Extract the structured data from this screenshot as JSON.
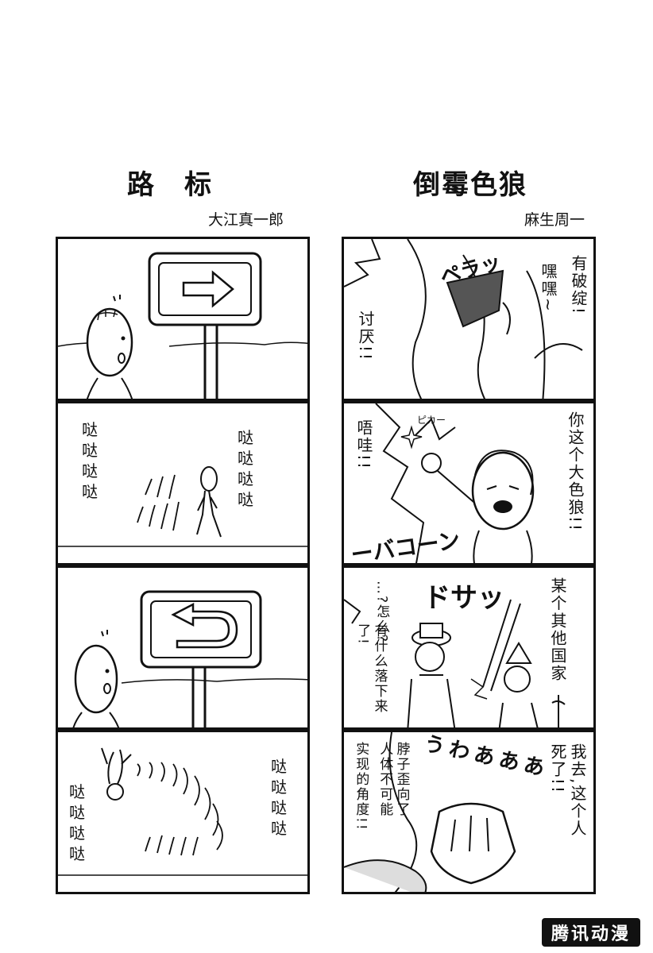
{
  "left_strip": {
    "title": "路　标",
    "author": "大江真一郎",
    "panel2": {
      "text_a": "哒哒哒哒",
      "text_b": "哒哒哒哒"
    },
    "panel4": {
      "text_a": "哒哒哒哒",
      "text_b": "哒哒哒哒"
    }
  },
  "right_strip": {
    "title": "倒霉色狼",
    "author": "麻生周一",
    "panel1": {
      "sfx": "ペラッ",
      "bubble_a": "讨厌!!",
      "bubble_b": "嘿嘿~",
      "bubble_c": "有破绽!"
    },
    "panel2": {
      "sfx_small": "ピカー",
      "bubble_a": "唔哇!!",
      "bubble_b": "你这个大色狼!!",
      "sfx": "ーバコーン"
    },
    "panel3": {
      "bubble_a": "…?怎么?",
      "bubble_b": "有什么落下来了!",
      "sfx": "ドサッ",
      "bubble_c": "某个其他国家"
    },
    "panel4": {
      "sfx": "うわあああ",
      "bubble_a": "实现的角度!!",
      "bubble_b": "脖子歪向了人体不可能",
      "bubble_c": "我去,这个人死了!!"
    }
  },
  "watermark": "腾讯动漫"
}
